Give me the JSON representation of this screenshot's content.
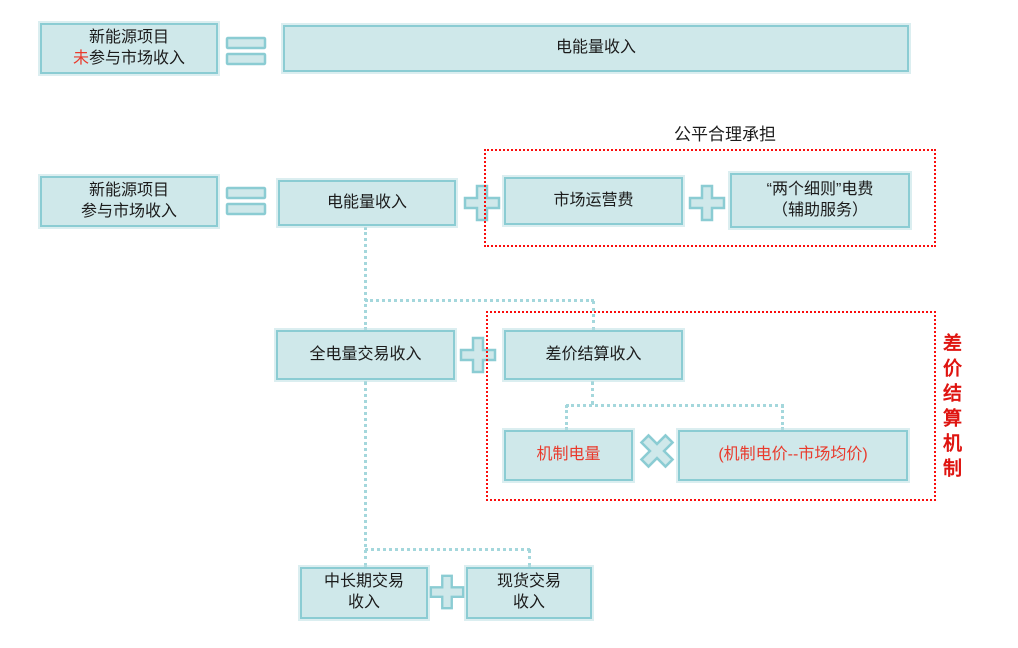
{
  "diagram": {
    "labels": {
      "fair_share": "公平合理承担",
      "mechanism_vertical": "差价结算机制"
    },
    "boxes": {
      "r1_left": {
        "line1": "新能源项目",
        "line2_red": "未",
        "line2_rest": "参与市场收入"
      },
      "r1_energy": "电能量收入",
      "r2_left": {
        "line1": "新能源项目",
        "line2": "参与市场收入"
      },
      "r2_energy": "电能量收入",
      "r2_market_fee": "市场运营费",
      "r2_rules": {
        "line1": "“两个细则”电费",
        "line2": "（辅助服务）"
      },
      "r3_full_volume": "全电量交易收入",
      "r3_diff_settle": "差价结算收入",
      "r4_mech_qty": "机制电量",
      "r4_mech_price": "(机制电价--市场均价)",
      "r5_mid_long": {
        "line1": "中长期交易",
        "line2": "收入"
      },
      "r5_spot": {
        "line1": "现货交易",
        "line2": "收入"
      }
    },
    "operators": {
      "equals": "=",
      "plus": "+",
      "multiply": "×"
    },
    "colors": {
      "box_fill": "#cfe8ea",
      "box_border": "#8bccd3",
      "connector_dotted": "#a4d7dc",
      "group_dotted_red": "#fa0d0d",
      "red_text": "#e93a2c",
      "black_text": "#1b1b1b",
      "background": "#ffffff"
    }
  }
}
